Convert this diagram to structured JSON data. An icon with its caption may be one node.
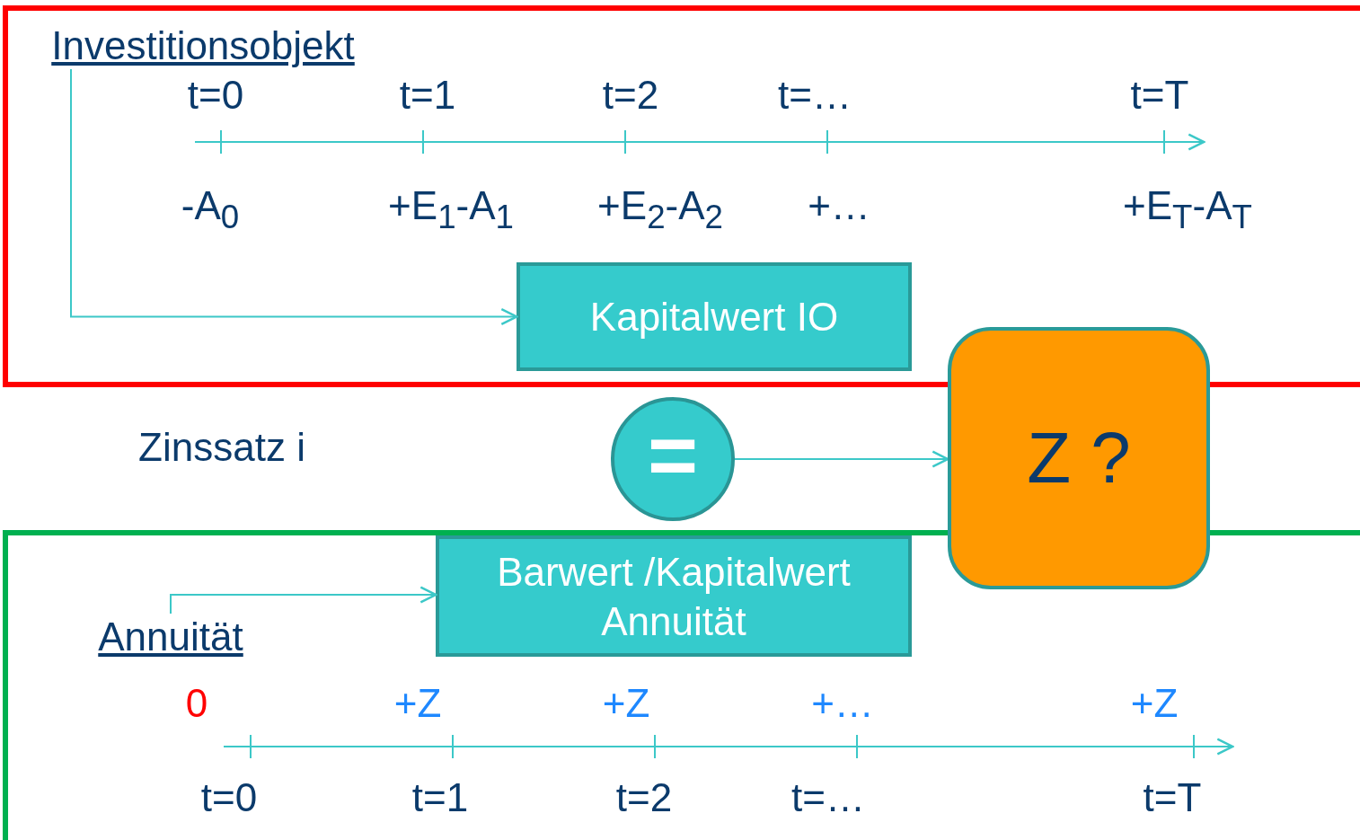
{
  "diagram": {
    "nodes": [
      {
        "text": [],
        "shape": "box"
      },
      {
        "text": [
          "Investitionsobjekt"
        ],
        "in": 0
      },
      {
        "text": [
          "Kapitalwert IO"
        ],
        "in": 0
      },
      {
        "text": [
          "="
        ]
      },
      {
        "text": [
          "Z ?"
        ]
      },
      {
        "text": [],
        "shape": "box"
      },
      {
        "text": [
          "Annuität"
        ],
        "in": 5
      },
      {
        "text": [
          "Barwert /Kapitalwert Annuität"
        ],
        "in": 5
      }
    ],
    "edges": [
      {
        "from": 1,
        "to": 2,
        "arrow": "to"
      },
      {
        "from": 3,
        "to": 4,
        "arrow": "to"
      },
      {
        "from": 6,
        "to": 7,
        "arrow": "to"
      }
    ],
    "labels": [
      "t=0",
      "t=1",
      "t=2",
      "t=…",
      "t=T",
      "-A$_{0}$",
      "+E$_{1}$-A$_{1}$",
      "+E$_{2}$-A$_{2}$",
      "+…",
      "+E$_{T}$-A$_{T}$",
      "Zinssatz i",
      "0",
      "+Z",
      "+Z",
      "+…",
      "+Z",
      "t=0",
      "t=1",
      "t=2",
      "t=…",
      "t=T"
    ]
  }
}
